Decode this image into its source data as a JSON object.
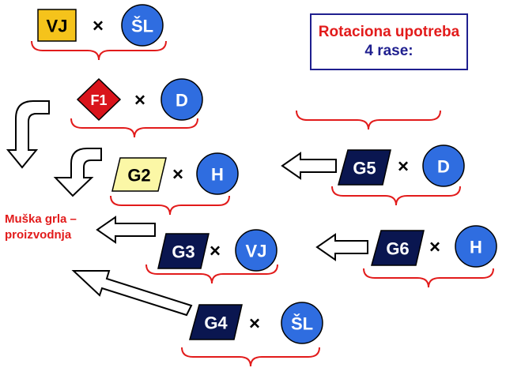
{
  "title": {
    "line1": "Rotaciona upotreba",
    "line2": "4 rase:"
  },
  "output_label": {
    "line1": "Muška grla –",
    "line2": "proizvodnja"
  },
  "crosses": [
    {
      "left": "VJ",
      "left_shape": "square",
      "left_color": "#f5c31b",
      "right": "ŠL",
      "right_color": "#2f6de0"
    },
    {
      "left": "F1",
      "left_shape": "diamond",
      "left_color": "#d9141b",
      "right": "D",
      "right_color": "#2f6de0"
    },
    {
      "left": "G2",
      "left_shape": "parallelogram",
      "left_color": "#fbf7a6",
      "right": "H",
      "right_color": "#2f6de0"
    },
    {
      "left": "G3",
      "left_shape": "parallelogram",
      "left_color": "#0a1650",
      "right": "VJ",
      "right_color": "#2f6de0"
    },
    {
      "left": "G4",
      "left_shape": "parallelogram",
      "left_color": "#0a1650",
      "right": "ŠL",
      "right_color": "#2f6de0"
    },
    {
      "left": "G5",
      "left_shape": "parallelogram",
      "left_color": "#0a1650",
      "right": "D",
      "right_color": "#2f6de0"
    },
    {
      "left": "G6",
      "left_shape": "parallelogram",
      "left_color": "#0a1650",
      "right": "H",
      "right_color": "#2f6de0"
    }
  ],
  "cross_symbol": "×",
  "colors": {
    "brace": "#e21b1b",
    "title_text": "#e21b1b",
    "title_sub": "#1f1f8f",
    "circle": "#2f6de0",
    "dark_shape": "#0a1650"
  }
}
